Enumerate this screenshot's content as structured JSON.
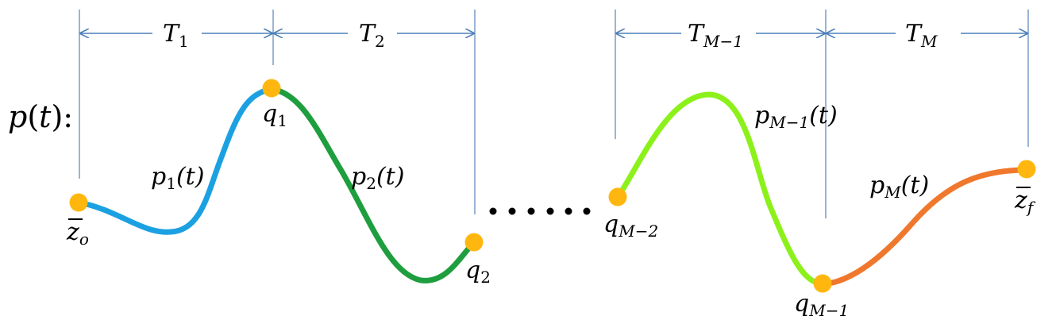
{
  "title": {
    "func": "p",
    "arg": "t",
    "colon": ":"
  },
  "intervals": [
    {
      "base": "T",
      "sub": "1"
    },
    {
      "base": "T",
      "sub": "2"
    },
    {
      "base": "T",
      "sub": "M−1"
    },
    {
      "base": "T",
      "sub": "M"
    }
  ],
  "segments": [
    {
      "base": "p",
      "sub": "1",
      "arg": "(t)",
      "color": "#1BA1E2"
    },
    {
      "base": "p",
      "sub": "2",
      "arg": "(t)",
      "color": "#1E9E3E"
    },
    {
      "base": "p",
      "sub": "M−1",
      "arg": "(t)",
      "color": "#8CF11A"
    },
    {
      "base": "p",
      "sub": "M",
      "arg": "(t)",
      "color": "#F0782D"
    }
  ],
  "points": [
    {
      "base": "z",
      "sub": "o",
      "bar": true
    },
    {
      "base": "q",
      "sub": "1",
      "bar": false
    },
    {
      "base": "q",
      "sub": "2",
      "bar": false
    },
    {
      "base": "q",
      "sub": "M−2",
      "bar": false
    },
    {
      "base": "q",
      "sub": "M−1",
      "bar": false
    },
    {
      "base": "z",
      "sub": "f",
      "bar": true
    }
  ],
  "colors": {
    "arrow": "#4A7EBB",
    "marker": "#FFB70F",
    "divider": "#7A9CC6",
    "ellipsis": "#000000"
  }
}
